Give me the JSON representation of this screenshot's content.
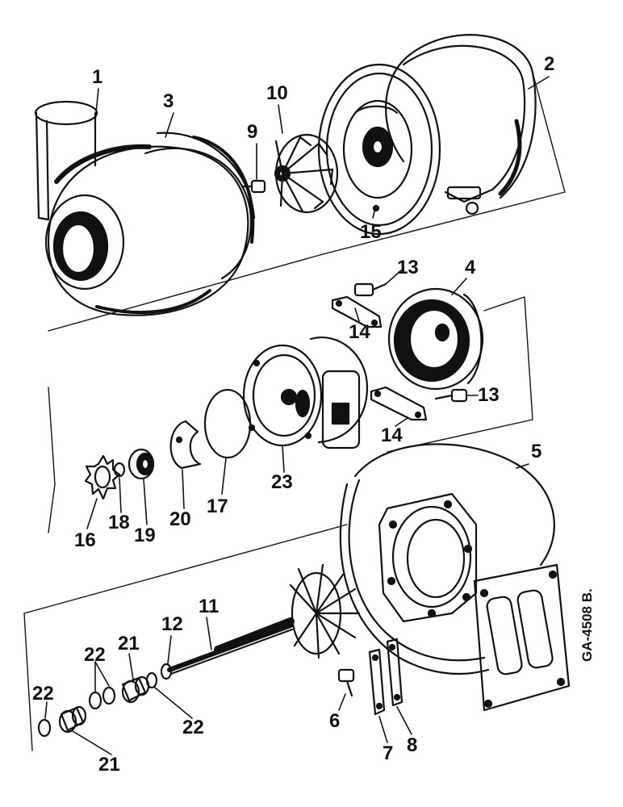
{
  "reference_code": "GA-4508 B.",
  "callouts": {
    "p1": "1",
    "p2": "2",
    "p3": "3",
    "p4": "4",
    "p5": "5",
    "p6": "6",
    "p7": "7",
    "p8": "8",
    "p9": "9",
    "p10": "10",
    "p11": "11",
    "p12": "12",
    "p13a": "13",
    "p13b": "13",
    "p14a": "14",
    "p14b": "14",
    "p15": "15",
    "p16": "16",
    "p17": "17",
    "p18": "18",
    "p19": "19",
    "p20": "20",
    "p21a": "21",
    "p21b": "21",
    "p22a": "22",
    "p22b": "22",
    "p22c": "22",
    "p23": "23"
  },
  "colors": {
    "ink": "#111111",
    "paper": "#ffffff"
  }
}
